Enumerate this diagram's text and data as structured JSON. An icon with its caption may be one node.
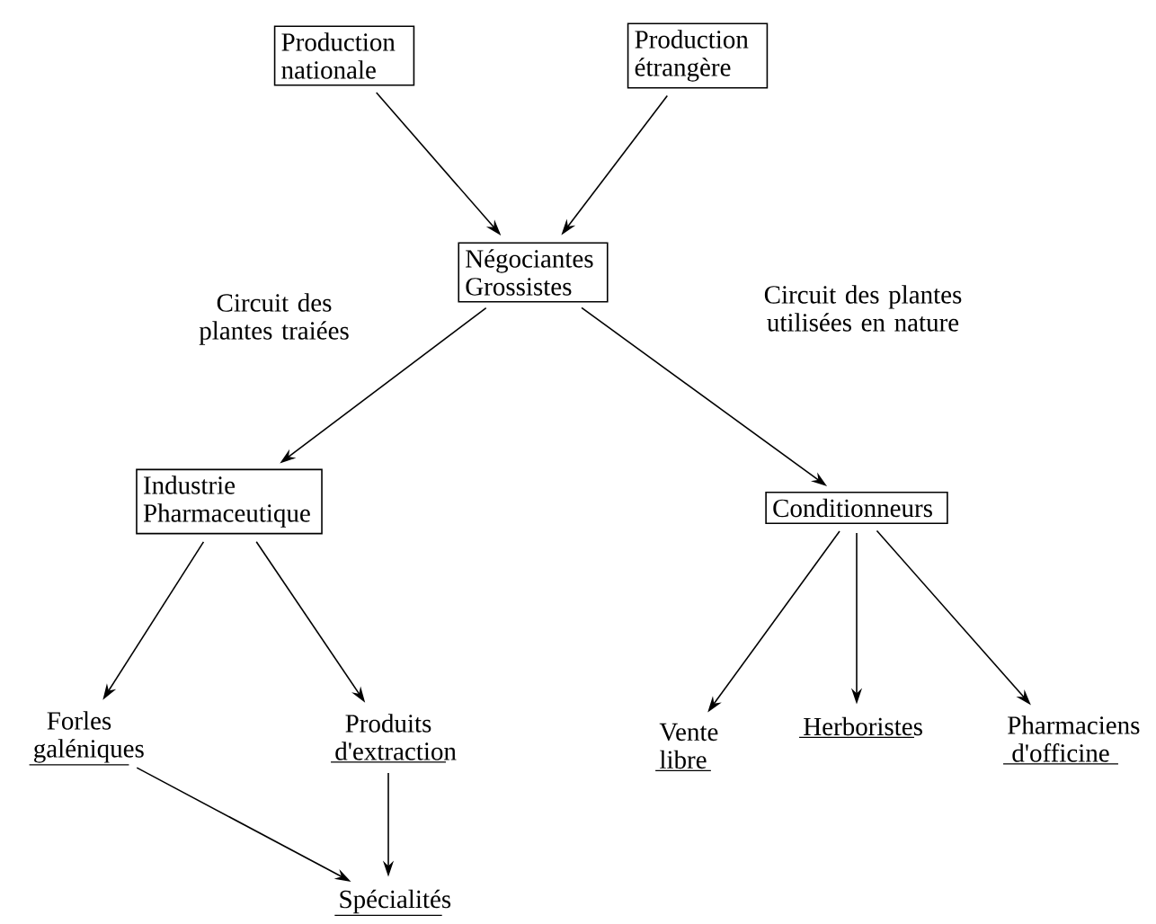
{
  "diagram": {
    "nodes": [
      {
        "text": [
          "Production nationale"
        ]
      },
      {
        "text": [
          "Production étrangère"
        ]
      },
      {
        "text": [
          "Négociantes Grossistes"
        ]
      },
      {
        "text": [
          "Industrie Pharmaceutique"
        ]
      },
      {
        "text": [
          "Conditionneurs"
        ]
      },
      {
        "text": [
          "Forles galéniques"
        ]
      },
      {
        "text": [
          "Produits d'extraction"
        ]
      },
      {
        "text": [
          "Vente libre"
        ]
      },
      {
        "text": [
          "Herboristes"
        ]
      },
      {
        "text": [
          "Pharmaciens d'officine"
        ]
      },
      {
        "text": [
          "Spécialités"
        ]
      }
    ],
    "edges": [
      {
        "from": 0,
        "to": 2,
        "arrow": "to"
      },
      {
        "from": 1,
        "to": 2,
        "arrow": "to"
      },
      {
        "from": 2,
        "to": 3,
        "arrow": "to",
        "label": "Circuit des plantes traiées"
      },
      {
        "from": 2,
        "to": 4,
        "arrow": "to",
        "label": "Circuit des plantes utilisées en nature"
      },
      {
        "from": 3,
        "to": 5,
        "arrow": "to"
      },
      {
        "from": 3,
        "to": 6,
        "arrow": "to"
      },
      {
        "from": 4,
        "to": 7,
        "arrow": "to"
      },
      {
        "from": 4,
        "to": 8,
        "arrow": "to"
      },
      {
        "from": 4,
        "to": 9,
        "arrow": "to"
      },
      {
        "from": 5,
        "to": 10,
        "arrow": "to"
      },
      {
        "from": 6,
        "to": 10,
        "arrow": "to"
      }
    ]
  }
}
